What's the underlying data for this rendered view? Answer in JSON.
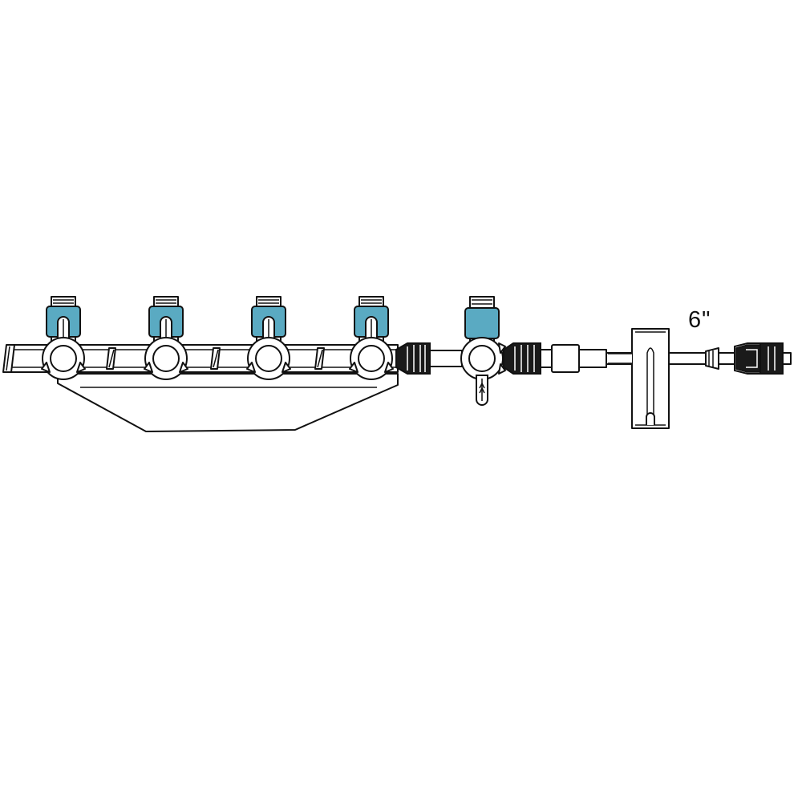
{
  "drawing": {
    "length_label": "6\"",
    "colors": {
      "line": "#111111",
      "cap_fill": "#5aaac2",
      "connector_fill": "#1a1a1a",
      "background": "#ffffff"
    },
    "stopcock_count_on_manifold": 4,
    "inline_stopcock_count": 1,
    "icons": [
      "stopcock-icon",
      "rotating-luer-icon",
      "slide-clamp-icon",
      "male-luer-icon"
    ]
  }
}
